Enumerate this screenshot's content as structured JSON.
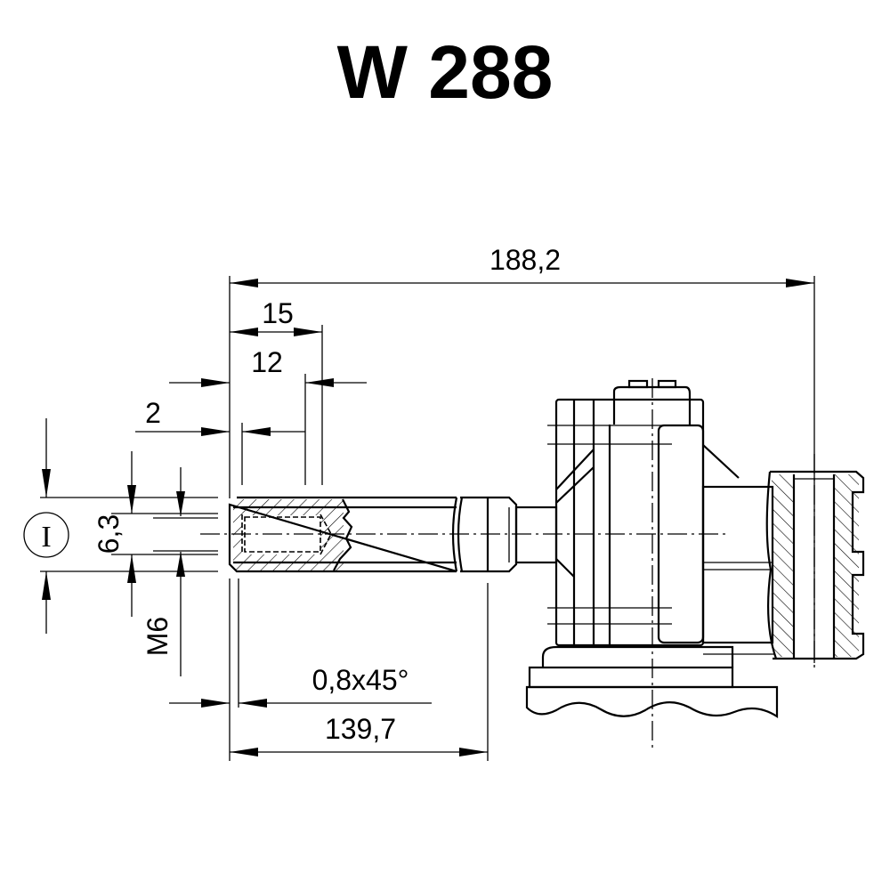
{
  "title": "W 288",
  "dimensions": {
    "overall_length": "188,2",
    "d15": "15",
    "d12": "12",
    "d2": "2",
    "diameter": "6,3",
    "thread": "M6",
    "chamfer": "0,8x45°",
    "shaft_length": "139,7"
  },
  "view_marker": "I"
}
